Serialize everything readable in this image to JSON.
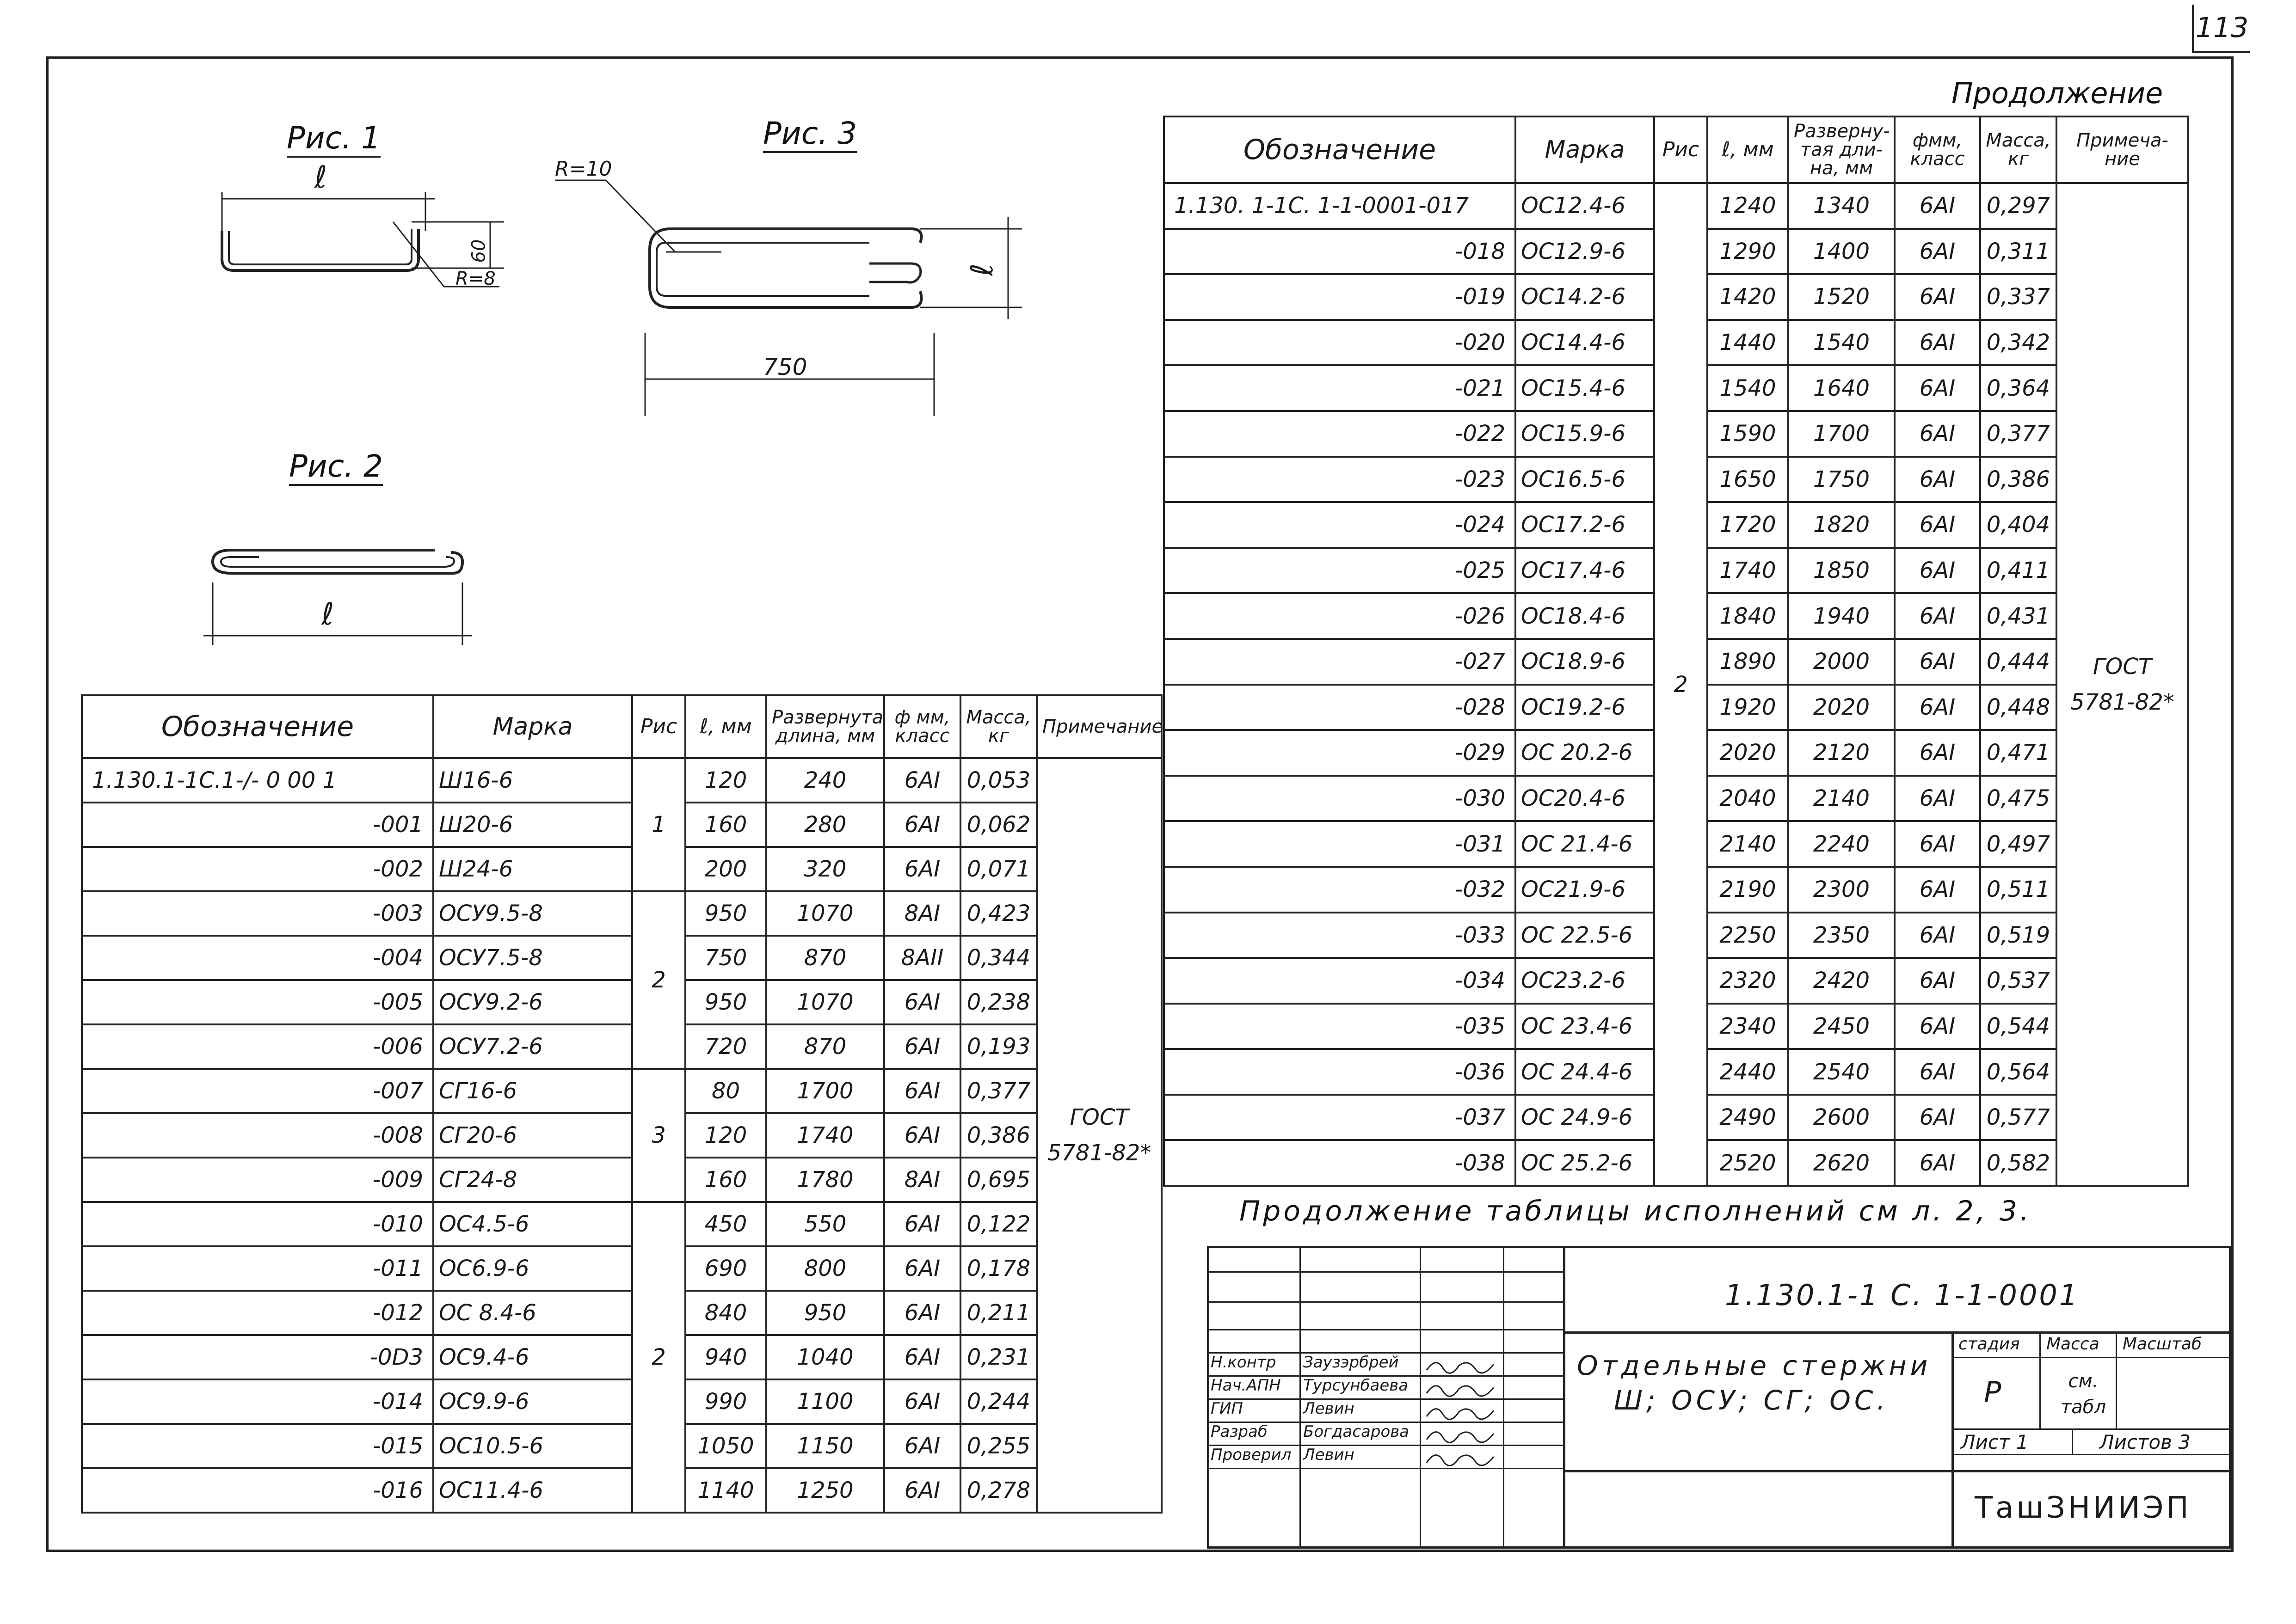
{
  "sheet_number": "113",
  "continuation_label": "Продолжение",
  "continuation_note": "Продолжение таблицы исполнений см л. 2, 3.",
  "figures": {
    "fig1": {
      "title": "Рис. 1",
      "dim_l": "ℓ",
      "dim_60": "60",
      "dim_r": "R=8"
    },
    "fig2": {
      "title": "Рис. 2",
      "dim_l": "ℓ"
    },
    "fig3": {
      "title": "Рис. 3",
      "dim_r": "R=10",
      "dim_l": "ℓ",
      "dim_750": "750"
    }
  },
  "table_headers": {
    "designation": "Обозначение",
    "mark": "Марка",
    "fig": "Рис",
    "length": "ℓ, мм",
    "developed": "Развернутая длина, мм",
    "developed_right": "Разверну-тая дли-на, мм",
    "diameter": "ф мм, класс",
    "diameter_right": "фмм, класс",
    "mass": "Масса, кг",
    "note": "Примечание",
    "note_right": "Примеча-ние"
  },
  "table_left": {
    "rows": [
      {
        "d": "1.130.1-1С.1-/- 0 00 1",
        "m": "Ш16-6",
        "l": "120",
        "dev": "240",
        "dia": "6АI",
        "mass": "0,053"
      },
      {
        "d": "-001",
        "m": "Ш20-6",
        "l": "160",
        "dev": "280",
        "dia": "6АI",
        "mass": "0,062"
      },
      {
        "d": "-002",
        "m": "Ш24-6",
        "l": "200",
        "dev": "320",
        "dia": "6АI",
        "mass": "0,071"
      },
      {
        "d": "-003",
        "m": "ОСУ9.5-8",
        "l": "950",
        "dev": "1070",
        "dia": "8АI",
        "mass": "0,423"
      },
      {
        "d": "-004",
        "m": "ОСУ7.5-8",
        "l": "750",
        "dev": "870",
        "dia": "8АII",
        "mass": "0,344"
      },
      {
        "d": "-005",
        "m": "ОСУ9.2-6",
        "l": "950",
        "dev": "1070",
        "dia": "6АI",
        "mass": "0,238"
      },
      {
        "d": "-006",
        "m": "ОСУ7.2-6",
        "l": "720",
        "dev": "870",
        "dia": "6АI",
        "mass": "0,193"
      },
      {
        "d": "-007",
        "m": "СГ16-6",
        "l": "80",
        "dev": "1700",
        "dia": "6АI",
        "mass": "0,377"
      },
      {
        "d": "-008",
        "m": "СГ20-6",
        "l": "120",
        "dev": "1740",
        "dia": "6АI",
        "mass": "0,386"
      },
      {
        "d": "-009",
        "m": "СГ24-8",
        "l": "160",
        "dev": "1780",
        "dia": "8АI",
        "mass": "0,695"
      },
      {
        "d": "-010",
        "m": "ОС4.5-6",
        "l": "450",
        "dev": "550",
        "dia": "6АI",
        "mass": "0,122"
      },
      {
        "d": "-011",
        "m": "ОС6.9-6",
        "l": "690",
        "dev": "800",
        "dia": "6АI",
        "mass": "0,178"
      },
      {
        "d": "-012",
        "m": "ОС 8.4-6",
        "l": "840",
        "dev": "950",
        "dia": "6АI",
        "mass": "0,211"
      },
      {
        "d": "-0D3",
        "m": "ОС9.4-6",
        "l": "940",
        "dev": "1040",
        "dia": "6АI",
        "mass": "0,231"
      },
      {
        "d": "-014",
        "m": "ОС9.9-6",
        "l": "990",
        "dev": "1100",
        "dia": "6АI",
        "mass": "0,244"
      },
      {
        "d": "-015",
        "m": "ОС10.5-6",
        "l": "1050",
        "dev": "1150",
        "dia": "6АI",
        "mass": "0,255"
      },
      {
        "d": "-016",
        "m": "ОС11.4-6",
        "l": "1140",
        "dev": "1250",
        "dia": "6АI",
        "mass": "0,278"
      }
    ],
    "fig_groups": [
      "1",
      "2",
      "3",
      "2"
    ],
    "note": "ГОСТ 5781-82*"
  },
  "table_right": {
    "rows": [
      {
        "d": "1.130. 1-1С. 1-1-0001-017",
        "m": "ОС12.4-6",
        "l": "1240",
        "dev": "1340",
        "dia": "6АI",
        "mass": "0,297"
      },
      {
        "d": "-018",
        "m": "ОС12.9-6",
        "l": "1290",
        "dev": "1400",
        "dia": "6АI",
        "mass": "0,311"
      },
      {
        "d": "-019",
        "m": "ОС14.2-6",
        "l": "1420",
        "dev": "1520",
        "dia": "6АI",
        "mass": "0,337"
      },
      {
        "d": "-020",
        "m": "ОС14.4-6",
        "l": "1440",
        "dev": "1540",
        "dia": "6АI",
        "mass": "0,342"
      },
      {
        "d": "-021",
        "m": "ОС15.4-6",
        "l": "1540",
        "dev": "1640",
        "dia": "6АI",
        "mass": "0,364"
      },
      {
        "d": "-022",
        "m": "ОС15.9-6",
        "l": "1590",
        "dev": "1700",
        "dia": "6АI",
        "mass": "0,377"
      },
      {
        "d": "-023",
        "m": "ОС16.5-6",
        "l": "1650",
        "dev": "1750",
        "dia": "6АI",
        "mass": "0,386"
      },
      {
        "d": "-024",
        "m": "ОС17.2-6",
        "l": "1720",
        "dev": "1820",
        "dia": "6АI",
        "mass": "0,404"
      },
      {
        "d": "-025",
        "m": "ОС17.4-6",
        "l": "1740",
        "dev": "1850",
        "dia": "6АI",
        "mass": "0,411"
      },
      {
        "d": "-026",
        "m": "ОС18.4-6",
        "l": "1840",
        "dev": "1940",
        "dia": "6АI",
        "mass": "0,431"
      },
      {
        "d": "-027",
        "m": "ОС18.9-6",
        "l": "1890",
        "dev": "2000",
        "dia": "6АI",
        "mass": "0,444"
      },
      {
        "d": "-028",
        "m": "ОС19.2-6",
        "l": "1920",
        "dev": "2020",
        "dia": "6АI",
        "mass": "0,448"
      },
      {
        "d": "-029",
        "m": "ОС 20.2-6",
        "l": "2020",
        "dev": "2120",
        "dia": "6АI",
        "mass": "0,471"
      },
      {
        "d": "-030",
        "m": "ОС20.4-6",
        "l": "2040",
        "dev": "2140",
        "dia": "6АI",
        "mass": "0,475"
      },
      {
        "d": "-031",
        "m": "ОС 21.4-6",
        "l": "2140",
        "dev": "2240",
        "dia": "6АI",
        "mass": "0,497"
      },
      {
        "d": "-032",
        "m": "ОС21.9-6",
        "l": "2190",
        "dev": "2300",
        "dia": "6АI",
        "mass": "0,511"
      },
      {
        "d": "-033",
        "m": "ОС 22.5-6",
        "l": "2250",
        "dev": "2350",
        "dia": "6АI",
        "mass": "0,519"
      },
      {
        "d": "-034",
        "m": "ОС23.2-6",
        "l": "2320",
        "dev": "2420",
        "dia": "6АI",
        "mass": "0,537"
      },
      {
        "d": "-035",
        "m": "ОС 23.4-6",
        "l": "2340",
        "dev": "2450",
        "dia": "6АI",
        "mass": "0,544"
      },
      {
        "d": "-036",
        "m": "ОС 24.4-6",
        "l": "2440",
        "dev": "2540",
        "dia": "6АI",
        "mass": "0,564"
      },
      {
        "d": "-037",
        "m": "ОС 24.9-6",
        "l": "2490",
        "dev": "2600",
        "dia": "6АI",
        "mass": "0,577"
      },
      {
        "d": "-038",
        "m": "ОС 25.2-6",
        "l": "2520",
        "dev": "2620",
        "dia": "6АI",
        "mass": "0,582"
      }
    ],
    "fig_group": "2",
    "note": "ГОСТ 5781-82*"
  },
  "title_block": {
    "code": "1.130.1-1 С. 1-1-0001",
    "name_line1": "Отдельные стержни",
    "name_line2": "Ш; ОСУ; СГ; ОС.",
    "stage_label": "стадия",
    "mass_label": "Масса",
    "scale_label": "Масштаб",
    "stage_value": "Р",
    "mass_value": "см. табл",
    "sheet_label": "Лист 1",
    "sheets_label": "Листов 3",
    "org": "ТашЗНИИЭП",
    "people": [
      {
        "role": "Н.контр",
        "name": "Заузэрбрей"
      },
      {
        "role": "Нач.АПН",
        "name": "Турсунбаева"
      },
      {
        "role": "ГИП",
        "name": "Левин"
      },
      {
        "role": "Разраб",
        "name": "Богдасарова"
      },
      {
        "role": "Проверил",
        "name": "Левин"
      }
    ]
  }
}
